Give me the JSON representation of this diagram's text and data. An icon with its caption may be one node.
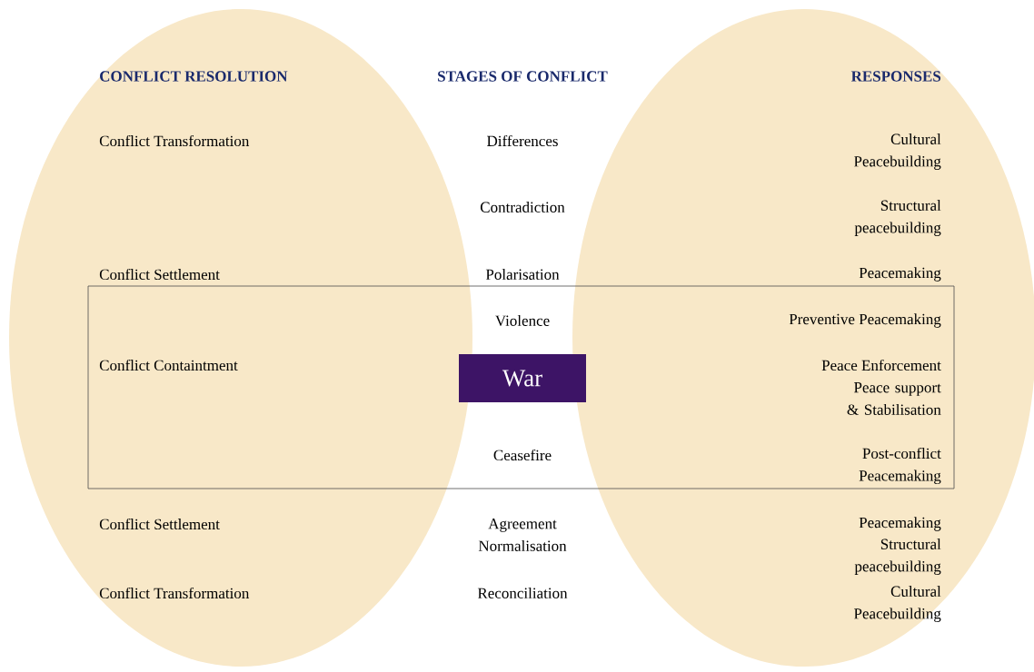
{
  "diagram": {
    "nodes": [
      {
        "text": [],
        "shape": "box"
      },
      {
        "text": [
          "War"
        ],
        "in": 0
      }
    ],
    "labels": [
      "CONFLICT RESOLUTION",
      "STAGES OF CONFLICT",
      "RESPONSES",
      "Conflict Transformation",
      "Differences",
      "Cultural Peacebuilding",
      "Contradiction",
      "Structural peacebuilding",
      "Conflict Settlement",
      "Polarisation",
      "Peacemaking",
      "Violence",
      "Preventive Peacemaking",
      "Conflict Containtment",
      "Peace Enforcement",
      "Peace support & Stabilisation",
      "Ceasefire",
      "Post-conflict Peacemaking",
      "Conflict Settlement",
      "Agreement Normalisation",
      "Peacemaking",
      "Structural peacebuilding",
      "Conflict Transformation",
      "Reconciliation",
      "Cultural Peacebuilding"
    ]
  }
}
